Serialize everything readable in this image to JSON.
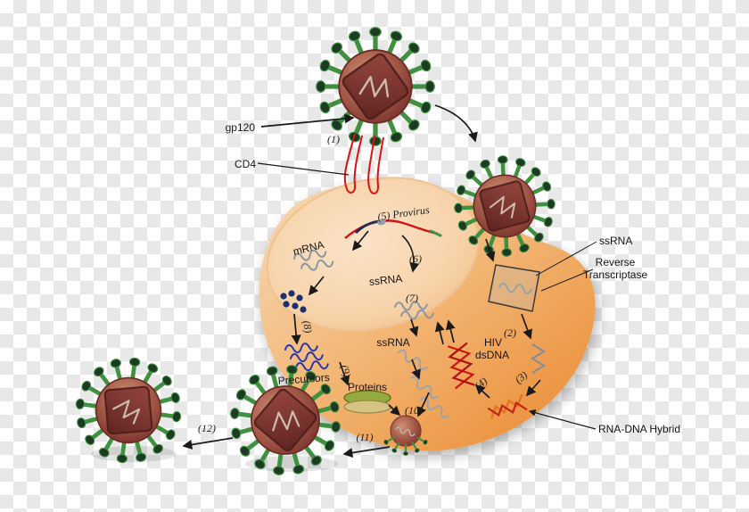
{
  "figure": {
    "name": "HIV replication cycle diagram",
    "background": "transparency-checkerboard"
  },
  "labels": {
    "gp120": "gp120",
    "cd4": "CD4",
    "provirus": "(5) Provirus",
    "mrna": "mRNA",
    "ssrna_nucleus": "ssRNA",
    "ssrna_cytoplasm": "ssRNA",
    "precursors": "Precursors",
    "proteins": "Proteins",
    "hiv_dsdna_line1": "HIV",
    "hiv_dsdna_line2": "dsDNA",
    "callout_ssrna": "ssRNA",
    "callout_rt_line1": "Reverse",
    "callout_rt_line2": "Transcriptase",
    "callout_hybrid": "RNA-DNA Hybrid"
  },
  "steps": {
    "s1": "(1)",
    "s2": "(2)",
    "s3": "(3)",
    "s4": "(4)",
    "s6": "(6)",
    "s7": "(7)",
    "s8": "(8)",
    "s9": "(9)",
    "s10": "(10)",
    "s11": "(11)",
    "s12": "(12)"
  },
  "colors": {
    "background_checker_light": "#ffffff",
    "background_checker_dark": "#e8e8e8",
    "cell_gradient_light": "#f7dab8",
    "cell_gradient_dark": "#e9882e",
    "nucleus": "#f9dcc0",
    "virus_envelope": "#a35847",
    "virus_capsid": "#6e2a26",
    "spike_stem": "#3f9140",
    "spike_knob": "#1d3a22",
    "cd4_receptor_red": "#dd1111",
    "provirus_strand_red": "#d31414",
    "rna_strand_gray": "#8a97a2",
    "precursor_strand_blue": "#2a36a8",
    "ribosome_blue": "#1d2f6e",
    "dsdna_red": "#cf1414",
    "hybrid_orange": "#e0741f",
    "protein_green": "#94aa3c",
    "protein_tan": "#d6c382",
    "arrow_black": "#1a1a1a"
  }
}
